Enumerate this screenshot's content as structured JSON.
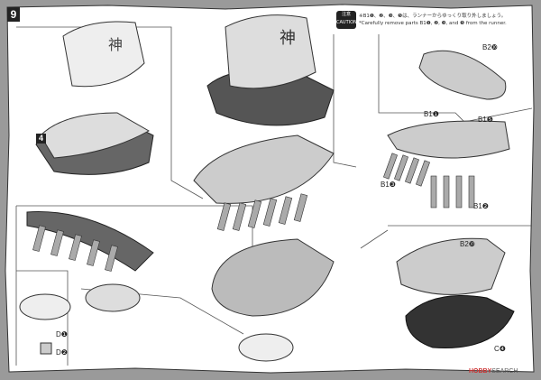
{
  "step_number": "9",
  "sub_step_number": "4",
  "caution": {
    "label": "注意 CAUTION",
    "note_jp": "※B1❶、❷、❸、❺は、ランナーからゆっくり取り外しましょう。",
    "note_en": "*Carefully remove parts B1❶, ❷, ❸, and ❺ from the runner."
  },
  "part_labels": {
    "b2_top": "B2❿",
    "b1_a": "B1❶",
    "b1_b": "B1❺",
    "b1_c": "B1❸",
    "b1_d": "B1❷",
    "b2_bottom": "B2❿",
    "c": "C❹",
    "d1": "D❶",
    "d2": "D❷"
  },
  "kanji_on_tower": "神",
  "watermark": {
    "brand": "HOBBY",
    "suffix": "SEARCH"
  }
}
